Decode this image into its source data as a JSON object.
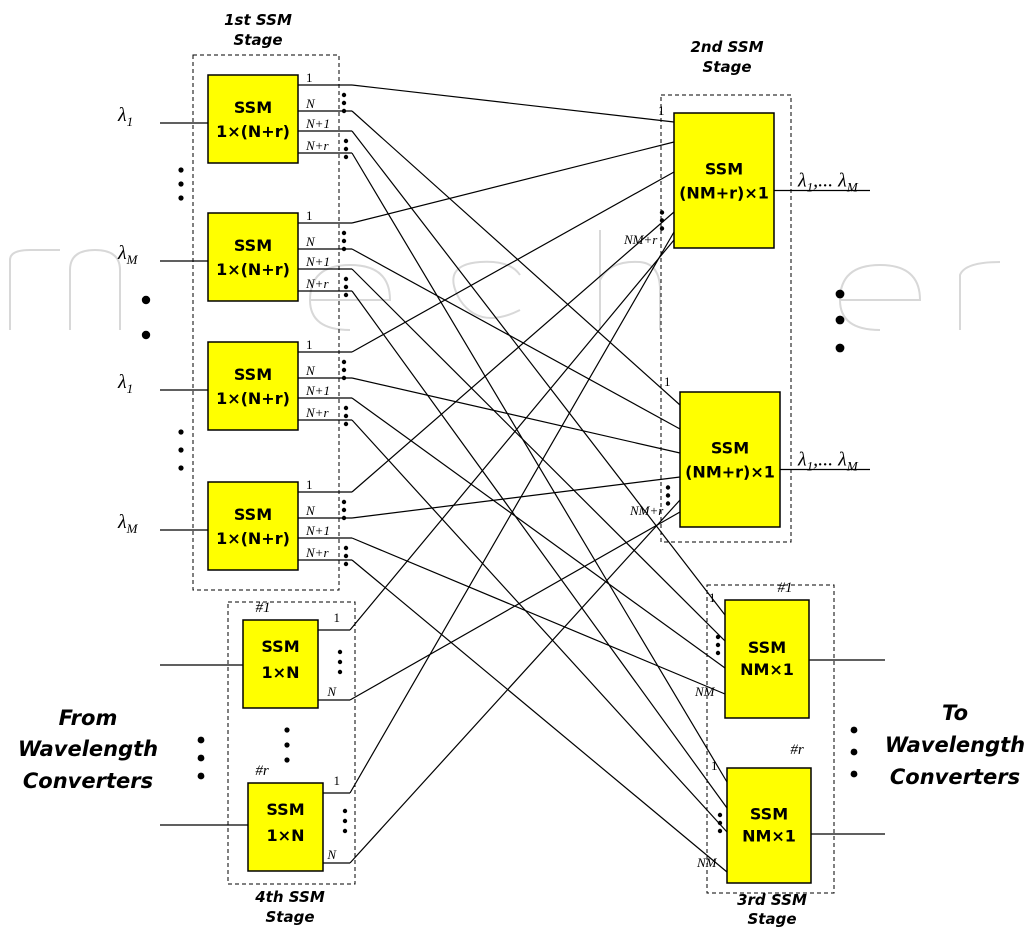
{
  "stage1": {
    "title_l1": "1st SSM",
    "title_l2": "Stage",
    "modules": [
      {
        "label": "SSM",
        "sub": "1×(N+r)",
        "input": "λ",
        "input_sub": "1",
        "ports": [
          "1",
          "N",
          "N+1",
          "N+r"
        ]
      },
      {
        "label": "SSM",
        "sub": "1×(N+r)",
        "input": "λ",
        "input_sub": "M",
        "ports": [
          "1",
          "N",
          "N+1",
          "N+r"
        ]
      },
      {
        "label": "SSM",
        "sub": "1×(N+r)",
        "input": "λ",
        "input_sub": "1",
        "ports": [
          "1",
          "N",
          "N+1",
          "N+r"
        ]
      },
      {
        "label": "SSM",
        "sub": "1×(N+r)",
        "input": "λ",
        "input_sub": "M",
        "ports": [
          "1",
          "N",
          "N+1",
          "N+r"
        ]
      }
    ]
  },
  "stage2": {
    "title_l1": "2nd SSM",
    "title_l2": "Stage",
    "modules": [
      {
        "label": "SSM",
        "sub": "(NM+r)×1",
        "port_top": "1",
        "port_bottom": "NM+r",
        "output": "λ1,... λM",
        "out_a": "λ",
        "out_a_sub": "1",
        "out_sep": ",... ",
        "out_b": "λ",
        "out_b_sub": "M"
      },
      {
        "label": "SSM",
        "sub": "(NM+r)×1",
        "port_top": "1",
        "port_bottom": "NM+r",
        "output": "λ1,... λM",
        "out_a": "λ",
        "out_a_sub": "1",
        "out_sep": ",... ",
        "out_b": "λ",
        "out_b_sub": "M"
      }
    ]
  },
  "stage3": {
    "title_l1": "3rd SSM",
    "title_l2": "Stage",
    "modules": [
      {
        "label": "SSM",
        "sub": "NM×1",
        "tag": "#1",
        "port_top": "1",
        "port_bottom": "NM"
      },
      {
        "label": "SSM",
        "sub": "NM×1",
        "tag": "#r",
        "port_top": "1",
        "port_bottom": "NM"
      }
    ]
  },
  "stage4": {
    "title_l1": "4th SSM",
    "title_l2": "Stage",
    "modules": [
      {
        "label": "SSM",
        "sub": "1×N",
        "tag": "#1",
        "ports": [
          "1",
          "N"
        ]
      },
      {
        "label": "SSM",
        "sub": "1×N",
        "tag": "#r",
        "ports": [
          "1",
          "N"
        ]
      }
    ]
  },
  "from_label": [
    "From",
    "Wavelength",
    "Converters"
  ],
  "to_label": [
    "To",
    "Wavelength",
    "Converters"
  ],
  "colors": {
    "module_fill": "#ffff00",
    "line": "#000000"
  }
}
